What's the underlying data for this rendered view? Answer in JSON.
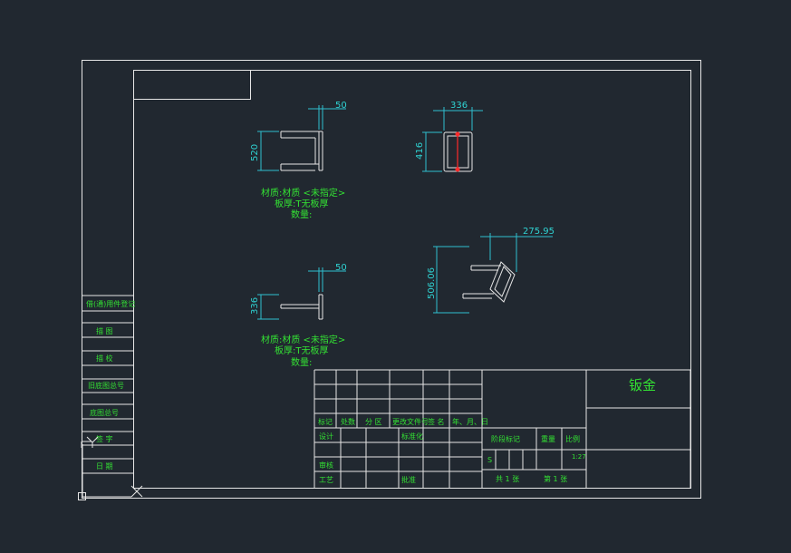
{
  "views": {
    "top_left": {
      "dim_h": "50",
      "dim_v": "520"
    },
    "top_right": {
      "dim_h": "336",
      "dim_v": "416"
    },
    "bottom_left": {
      "dim_h": "50",
      "dim_v": "336"
    },
    "bottom_right": {
      "dim_h": "275.95",
      "dim_v": "506.06"
    }
  },
  "notes": {
    "upper": [
      "材质:材质 <未指定>",
      "板厚:T无板厚",
      "数量:"
    ],
    "lower": [
      "材质:材质 <未指定>",
      "板厚:T无板厚",
      "数量:"
    ]
  },
  "side_column": [
    "借(通)用件登记",
    "描  图",
    "描  校",
    "旧底图总号",
    "底图总号",
    "签  字",
    "日  期"
  ],
  "title_block": {
    "name": "钣金",
    "header_row": [
      "标记",
      "处数",
      "分 区",
      "更改文件号",
      "签 名",
      "年、月、日"
    ],
    "design": "设计",
    "standardize": "标准化",
    "review": "审核",
    "craft": "工艺",
    "approve": "批准",
    "stage_mark": "阶段标记",
    "weight": "重量",
    "scale_label": "比例",
    "stage_value": "S",
    "scale_value": "1:27",
    "total_sheets": "共 1 张",
    "sheet_no": "第 1 张"
  },
  "colors": {
    "background": "#212830",
    "lines": "#e6e6e6",
    "text": "#33e033",
    "dimension": "#2fd3d3",
    "highlight": "#ff2a2a"
  }
}
